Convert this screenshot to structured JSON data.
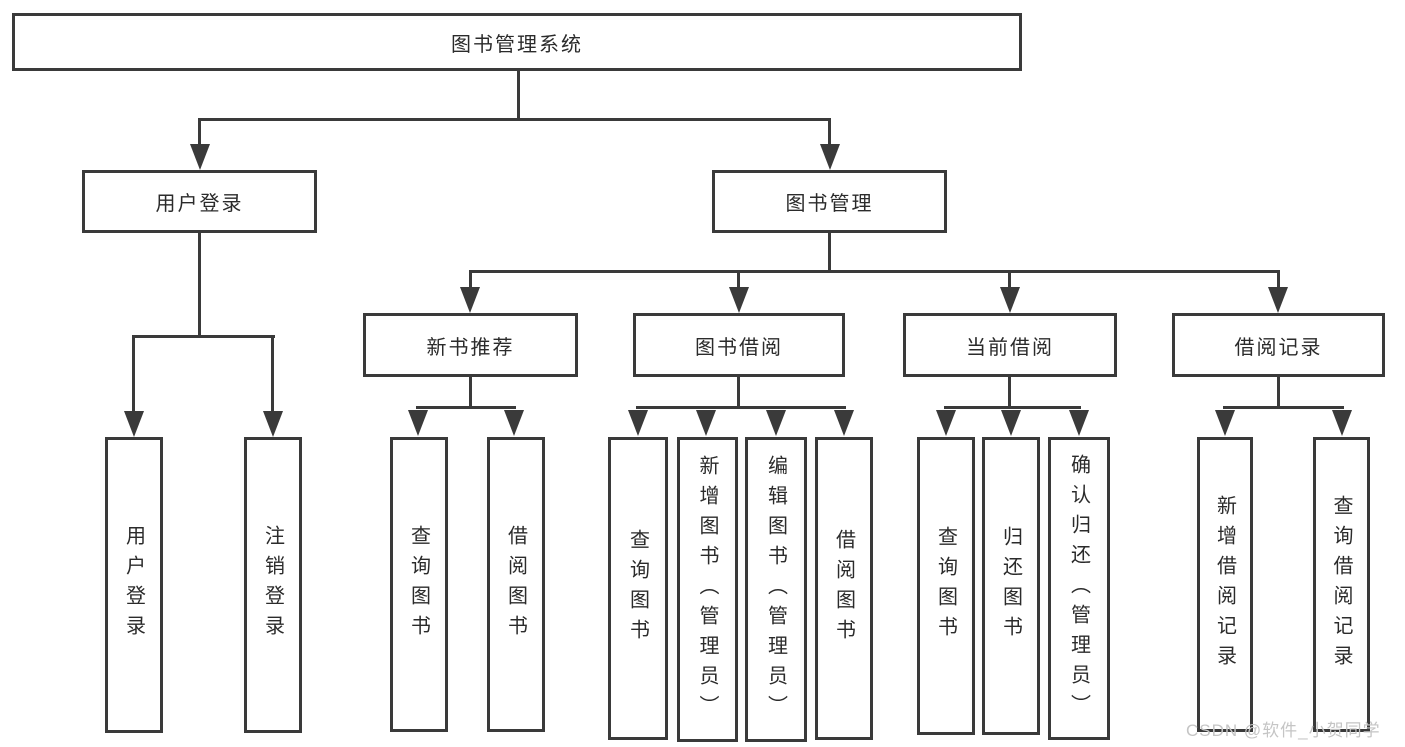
{
  "diagram": {
    "type": "hierarchy-tree",
    "tree": {
      "root": {
        "label": "图书管理系统"
      },
      "branches": [
        {
          "label": "用户登录",
          "children": [
            {
              "label": "用户登录"
            },
            {
              "label": "注销登录"
            }
          ]
        },
        {
          "label": "图书管理",
          "children": [
            {
              "label": "新书推荐",
              "children": [
                {
                  "label": "查询图书"
                },
                {
                  "label": "借阅图书"
                }
              ]
            },
            {
              "label": "图书借阅",
              "children": [
                {
                  "label": "查询图书"
                },
                {
                  "label": "新增图书（管理员）"
                },
                {
                  "label": "编辑图书（管理员）"
                },
                {
                  "label": "借阅图书"
                }
              ]
            },
            {
              "label": "当前借阅",
              "children": [
                {
                  "label": "查询图书"
                },
                {
                  "label": "归还图书"
                },
                {
                  "label": "确认归还（管理员）"
                }
              ]
            },
            {
              "label": "借阅记录",
              "children": [
                {
                  "label": "新增借阅记录"
                },
                {
                  "label": "查询借阅记录"
                }
              ]
            }
          ]
        }
      ]
    },
    "colors": {
      "line": "#3a3a3a",
      "text": "#2b2b2b",
      "background": "#ffffff",
      "watermark": "#c5c5c5"
    }
  },
  "watermark": {
    "text": "CSDN @软件_小贺同学"
  }
}
